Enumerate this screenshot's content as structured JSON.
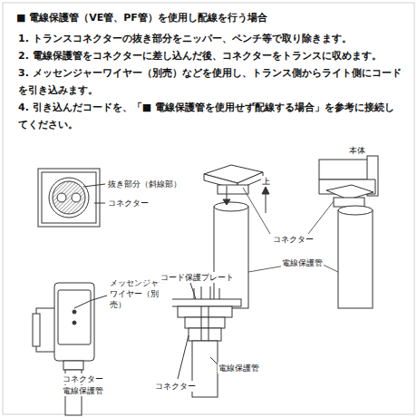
{
  "diagram": {
    "title": "■ 電線保護管（VE管、PF管）を使用し配線を行う場合",
    "labels": [
      "1. トランスコネクターの抜き部分をニッパー、ペンチ等で取り除きます。",
      "2. 電線保護管をコネクターに差し込んだ後、コネクターをトランスに収めます。",
      "3. メッセンジャーワイヤー（別売）などを使用し、トランス側からライト側にコードを引き込みます。",
      "4. 引き込んだコードを、「■ 電線保護管を使用せず配線する場合」を参考に接続してください。",
      "抜き部分（斜線部）",
      "コネクター",
      "上",
      "本体",
      "コネクター",
      "電線保護管",
      "メッセンジャーワイヤー（別売）",
      "コネクター",
      "電線保護管",
      "コード保護プレート",
      "電線保護管",
      "コネクター"
    ]
  }
}
